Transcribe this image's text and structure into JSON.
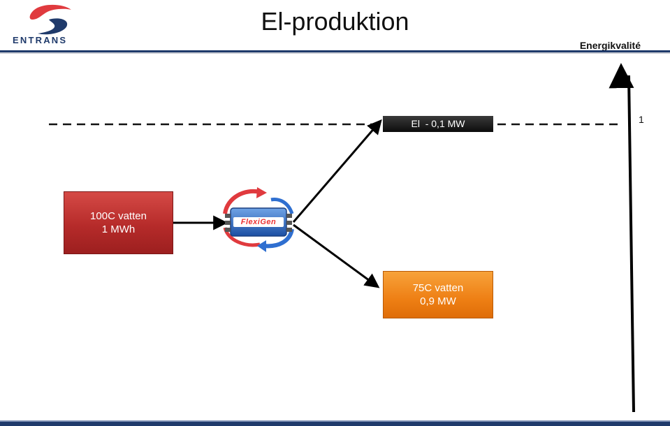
{
  "header": {
    "logo_text": "ENTRANS",
    "title": "El-produktion",
    "subtitle": "Energikvalité"
  },
  "diagram": {
    "input_box": {
      "line1": "100C vatten",
      "line2": "1 MWh"
    },
    "device": {
      "name": "FlexiGen"
    },
    "electric_output": {
      "label": "El  - 0,1 MW"
    },
    "heat_output": {
      "line1": "75C vatten",
      "line2": "0,9 MW"
    },
    "scale": {
      "level_label": "1"
    }
  },
  "colors": {
    "brand_red": "#e03a3e",
    "brand_navy": "#1f3a6b",
    "input_red": "#b62b2a",
    "output_orange": "#ee7f14",
    "electric_black": "#111111"
  }
}
